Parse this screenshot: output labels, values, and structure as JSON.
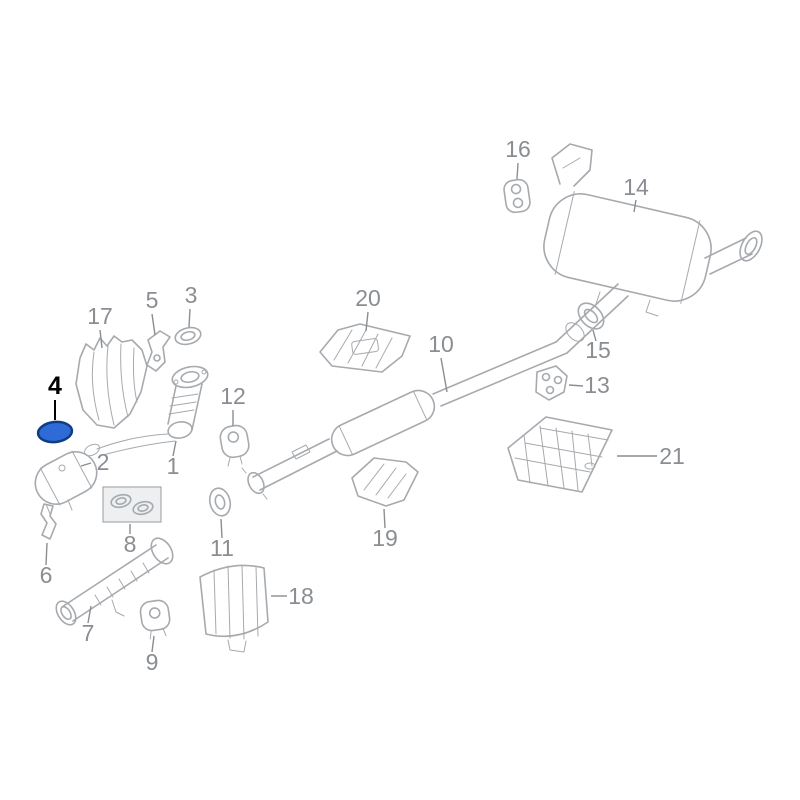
{
  "diagram": {
    "type": "exploded-parts-diagram",
    "subject": "Exhaust system parts diagram",
    "highlighted_part": "4",
    "colors": {
      "background": "#ffffff",
      "line": "#a6aaae",
      "label": "#8a8e92",
      "highlight_fill": "#2e6bd6",
      "highlight_stroke": "#0f3d85"
    },
    "labels": {
      "1": "1",
      "2": "2",
      "3": "3",
      "4": "4",
      "5": "5",
      "6": "6",
      "7": "7",
      "8": "8",
      "9": "9",
      "10": "10",
      "11": "11",
      "12": "12",
      "13": "13",
      "14": "14",
      "15": "15",
      "16": "16",
      "17": "17",
      "18": "18",
      "19": "19",
      "20": "20",
      "21": "21"
    }
  }
}
